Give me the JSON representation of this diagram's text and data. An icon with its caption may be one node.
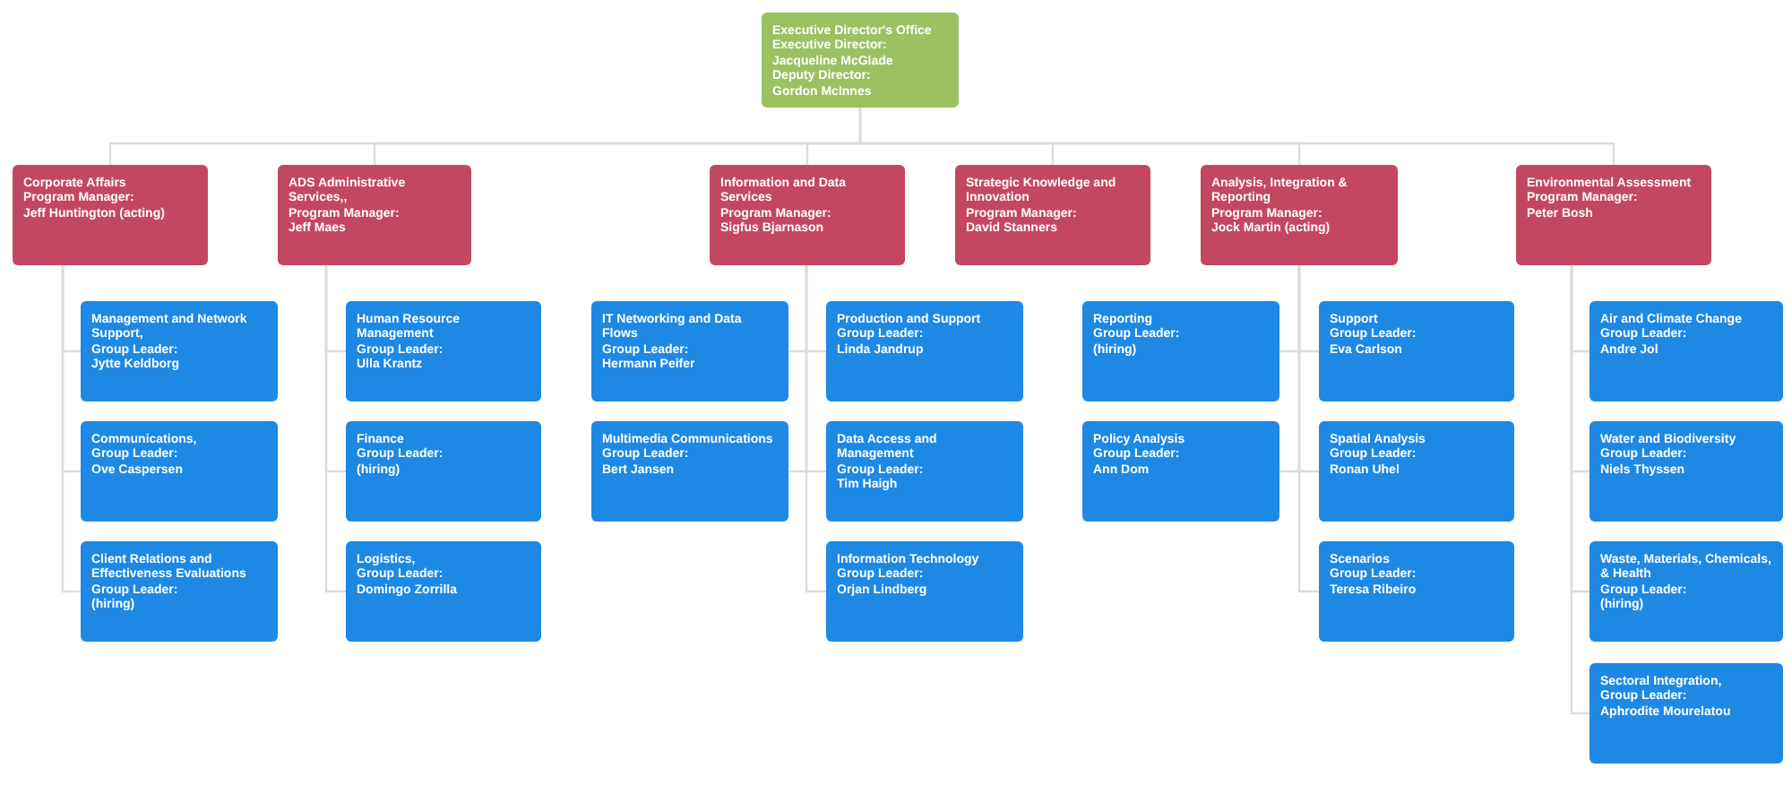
{
  "diagram": {
    "nodes": [
      {
        "text": [
          "Executive Director's Office",
          "Executive Director:",
          "Jacqueline McGlade",
          "Deputy Director:",
          "Gordon McInnes"
        ]
      },
      {
        "text": [
          "Corporate Affairs",
          "Program Manager:",
          "Jeff Huntington (acting)"
        ]
      },
      {
        "text": [
          "ADS Administrative Services,,",
          "Program Manager:",
          "Jeff Maes"
        ]
      },
      {
        "text": [
          "Information and Data Services",
          "Program Manager:",
          "Sigfus Bjarnason"
        ]
      },
      {
        "text": [
          "Strategic Knowledge and Innovation",
          "Program Manager:",
          "David Stanners"
        ]
      },
      {
        "text": [
          "Analysis, Integration & Reporting",
          "Program Manager:",
          "Jock Martin (acting)"
        ]
      },
      {
        "text": [
          "Environmental Assessment",
          "Program Manager:",
          "Peter Bosh"
        ]
      },
      {
        "text": [
          "Management and Network Support,",
          "Group Leader:",
          "Jytte Keldborg"
        ]
      },
      {
        "text": [
          "Communications,",
          "Group Leader:",
          "Ove Caspersen"
        ]
      },
      {
        "text": [
          "Client Relations and Effectiveness Evaluations",
          "Group Leader:",
          "(hiring)"
        ]
      },
      {
        "text": [
          "Human Resource Management",
          "Group Leader:",
          "Ulla Krantz"
        ]
      },
      {
        "text": [
          "Finance",
          "Group Leader:",
          "(hiring)"
        ]
      },
      {
        "text": [
          "Logistics,",
          "Group Leader:",
          "Domingo Zorrilla"
        ]
      },
      {
        "text": [
          "IT Networking and Data Flows",
          "Group Leader:",
          "Hermann Peifer"
        ]
      },
      {
        "text": [
          "Multimedia Communications",
          "Group Leader:",
          "Bert Jansen"
        ]
      },
      {
        "text": [
          "Production and Support",
          "Group Leader:",
          "Linda Jandrup"
        ]
      },
      {
        "text": [
          "Data Access and Management",
          "Group Leader:",
          "Tim Haigh"
        ]
      },
      {
        "text": [
          "Information Technology",
          "Group Leader:",
          "Orjan Lindberg"
        ]
      },
      {
        "text": [
          "Reporting",
          "Group Leader:",
          "(hiring)"
        ]
      },
      {
        "text": [
          "Policy Analysis",
          "Group Leader:",
          "Ann Dom"
        ]
      },
      {
        "text": [
          "Support",
          "Group Leader:",
          "Eva Carlson"
        ]
      },
      {
        "text": [
          "Spatial Analysis",
          "Group Leader:",
          "Ronan Uhel"
        ]
      },
      {
        "text": [
          "Scenarios",
          "Group Leader:",
          "Teresa Ribeiro"
        ]
      },
      {
        "text": [
          "Air and Climate Change",
          "Group Leader:",
          "Andre Jol"
        ]
      },
      {
        "text": [
          "Water and Biodiversity",
          "Group Leader:",
          "Niels Thyssen"
        ]
      },
      {
        "text": [
          "Waste, Materials, Chemicals, & Health",
          "Group Leader:",
          "(hiring)"
        ]
      },
      {
        "text": [
          "Sectoral Integration,",
          "Group Leader:",
          "Aphrodite Mourelatou"
        ]
      }
    ],
    "edges": [
      {
        "from": 0,
        "to": 1,
        "arrow": "none"
      },
      {
        "from": 0,
        "to": 2,
        "arrow": "none"
      },
      {
        "from": 0,
        "to": 3,
        "arrow": "none"
      },
      {
        "from": 0,
        "to": 4,
        "arrow": "none"
      },
      {
        "from": 0,
        "to": 5,
        "arrow": "none"
      },
      {
        "from": 0,
        "to": 6,
        "arrow": "none"
      },
      {
        "from": 1,
        "to": 7,
        "arrow": "none"
      },
      {
        "from": 1,
        "to": 8,
        "arrow": "none"
      },
      {
        "from": 1,
        "to": 9,
        "arrow": "none"
      },
      {
        "from": 2,
        "to": 10,
        "arrow": "none"
      },
      {
        "from": 2,
        "to": 11,
        "arrow": "none"
      },
      {
        "from": 2,
        "to": 12,
        "arrow": "none"
      },
      {
        "from": 3,
        "to": 13,
        "arrow": "none"
      },
      {
        "from": 3,
        "to": 14,
        "arrow": "none"
      },
      {
        "from": 3,
        "to": 15,
        "arrow": "none"
      },
      {
        "from": 3,
        "to": 16,
        "arrow": "none"
      },
      {
        "from": 3,
        "to": 17,
        "arrow": "none"
      },
      {
        "from": 5,
        "to": 18,
        "arrow": "none"
      },
      {
        "from": 5,
        "to": 19,
        "arrow": "none"
      },
      {
        "from": 5,
        "to": 20,
        "arrow": "none"
      },
      {
        "from": 5,
        "to": 21,
        "arrow": "none"
      },
      {
        "from": 5,
        "to": 22,
        "arrow": "none"
      },
      {
        "from": 6,
        "to": 23,
        "arrow": "none"
      },
      {
        "from": 6,
        "to": 24,
        "arrow": "none"
      },
      {
        "from": 6,
        "to": 25,
        "arrow": "none"
      },
      {
        "from": 6,
        "to": 26,
        "arrow": "none"
      }
    ]
  }
}
